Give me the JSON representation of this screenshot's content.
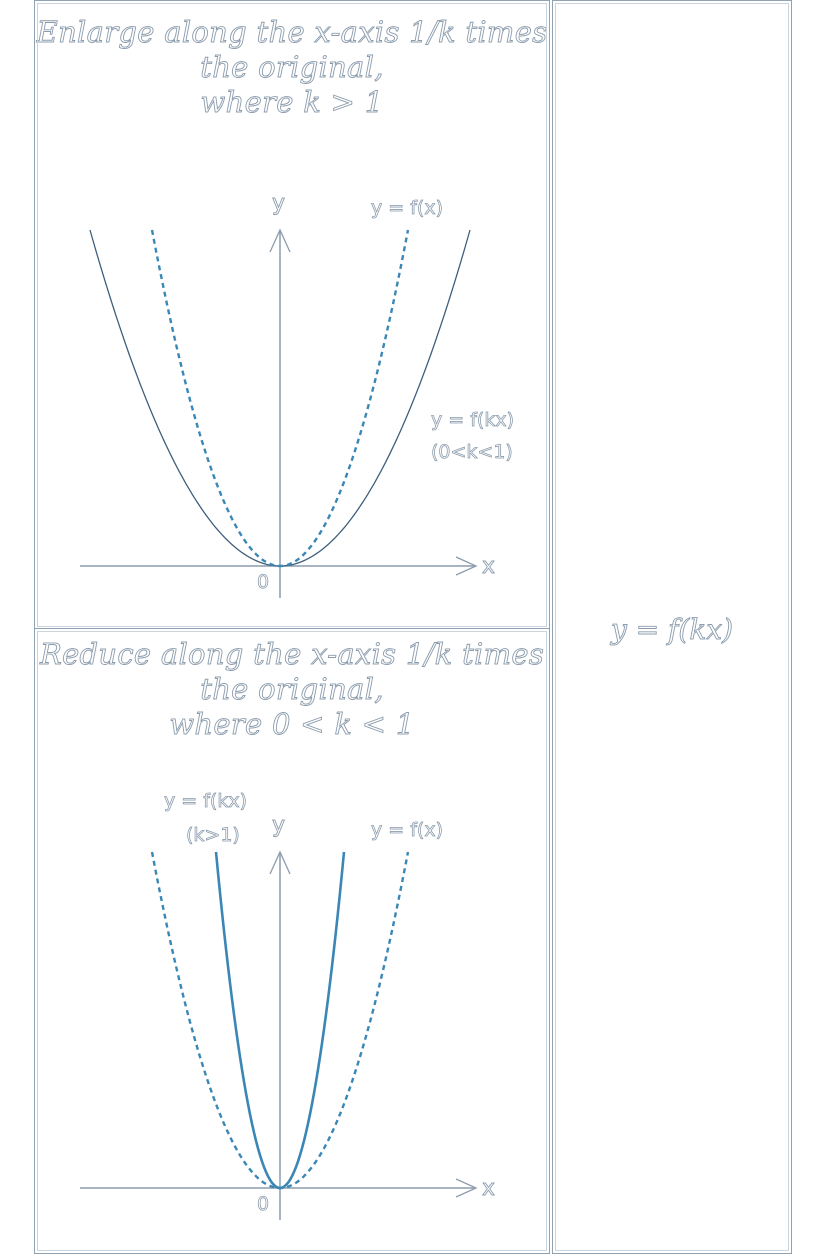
{
  "panel_top": {
    "title_lines": [
      "Enlarge along the x-axis 1/k times",
      "the original,",
      "where k > 1"
    ],
    "curve_original_label": "y = f(x)",
    "curve_transformed_label_1": "y = f(kx)",
    "curve_transformed_label_2": "(0<k<1)",
    "axis_y": "y",
    "axis_x": "x",
    "origin": "0"
  },
  "panel_bottom": {
    "title_lines": [
      "Reduce along the x-axis 1/k times",
      "the original,",
      "where 0 < k < 1"
    ],
    "curve_original_label": "y = f(x)",
    "curve_transformed_label_1": "y = f(kx)",
    "curve_transformed_label_2": "(k>1)",
    "axis_y": "y",
    "axis_x": "x",
    "origin": "0"
  },
  "right_cell": {
    "formula": "y = f(kx)"
  },
  "colors": {
    "dashed": "#3a87b5",
    "solid_thin": "#3d5f7c",
    "solid_thick": "#3a87b5",
    "axis": "#8c9cad"
  }
}
